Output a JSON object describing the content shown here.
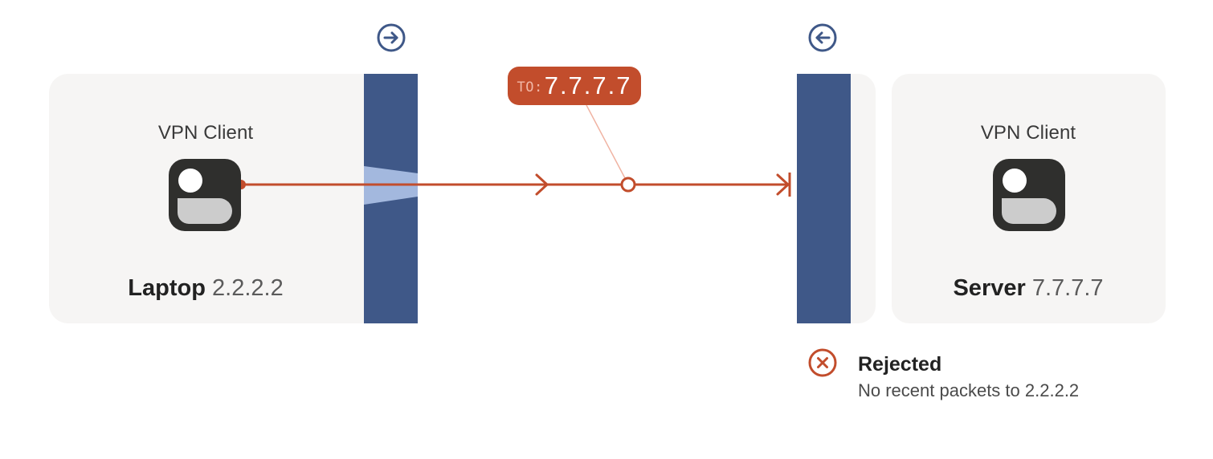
{
  "diagram": {
    "colors": {
      "panel_bg": "#f6f5f4",
      "firewall": "#3f5888",
      "firewall_open": "#a3b8de",
      "packet": "#c24d2c",
      "icon_dark": "#2f2f2d",
      "icon_light": "#cccccc"
    },
    "left_node": {
      "title": "VPN Client",
      "name": "Laptop",
      "ip": "2.2.2.2",
      "icon": "vpn-client-device-icon"
    },
    "right_node": {
      "title": "VPN Client",
      "name": "Server",
      "ip": "7.7.7.7",
      "icon": "vpn-client-device-icon"
    },
    "left_firewall": {
      "direction_icon": "arrow-right-circle-icon",
      "state": "open"
    },
    "right_firewall": {
      "direction_icon": "arrow-left-circle-icon",
      "state": "blocked"
    },
    "packet": {
      "label_prefix": "TO:",
      "label_address": "7.7.7.7",
      "from": "2.2.2.2",
      "to": "7.7.7.7"
    },
    "status": {
      "icon": "x-circle-icon",
      "title": "Rejected",
      "detail": "No recent packets to 2.2.2.2"
    }
  }
}
